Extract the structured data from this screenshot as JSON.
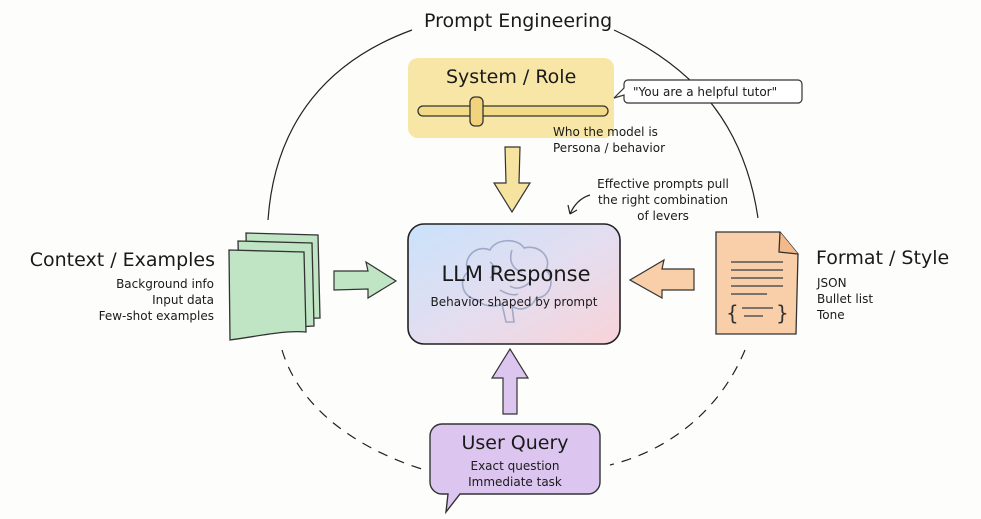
{
  "title": "Prompt Engineering",
  "system_role": {
    "title": "System / Role",
    "slider_value": 0.2,
    "quote": "\"You are a helpful tutor\"",
    "notes": [
      "Who the model is",
      "Persona / behavior"
    ],
    "color": "#f7e6a6"
  },
  "annotation": [
    "Effective prompts pull",
    "the right combination",
    "of levers"
  ],
  "context": {
    "title": "Context / Examples",
    "notes": [
      "Background info",
      "Input data",
      "Few-shot examples"
    ],
    "color": "#bfe5c4"
  },
  "center": {
    "title": "LLM Response",
    "subtitle": "Behavior shaped by prompt",
    "icon": "brain-icon"
  },
  "format": {
    "title": "Format / Style",
    "notes": [
      "JSON",
      "Bullet list",
      "Tone"
    ],
    "color": "#f9cfaa"
  },
  "user_query": {
    "title": "User Query",
    "notes": [
      "Exact question",
      "Immediate task"
    ],
    "color": "#dcc6f0"
  }
}
